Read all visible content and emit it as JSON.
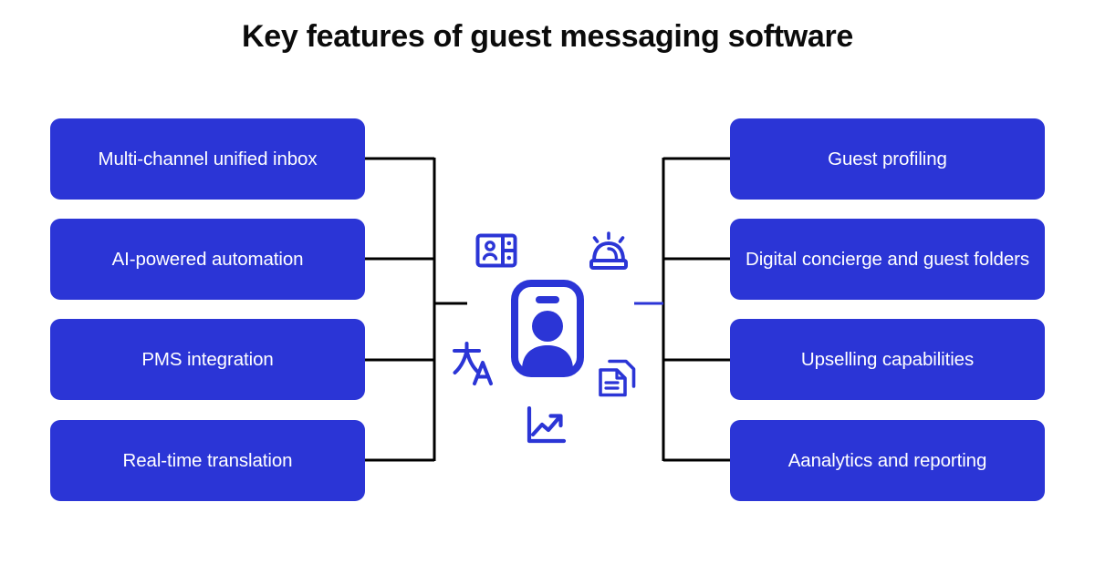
{
  "page": {
    "title": "Key features of guest messaging software",
    "background_color": "#ffffff",
    "accent_color": "#2b35d6",
    "text_color_on_accent": "#ffffff",
    "title_color": "#0b0b0b",
    "connector_color": "#000000",
    "connector_accent_color": "#2b35d6"
  },
  "left_column": {
    "items": [
      {
        "label": "Multi-channel unified inbox"
      },
      {
        "label": "AI-powered automation"
      },
      {
        "label": "PMS integration"
      },
      {
        "label": "Real-time translation"
      }
    ]
  },
  "right_column": {
    "items": [
      {
        "label": "Guest profiling"
      },
      {
        "label": "Digital concierge and guest folders"
      },
      {
        "label": "Upselling capabilities"
      },
      {
        "label": "Aanalytics and reporting"
      }
    ]
  },
  "center_icons": [
    {
      "name": "profile-badge-icon"
    },
    {
      "name": "contact-card-icon"
    },
    {
      "name": "alarm-siren-icon"
    },
    {
      "name": "translate-icon"
    },
    {
      "name": "documents-icon"
    },
    {
      "name": "trending-chart-icon"
    }
  ]
}
